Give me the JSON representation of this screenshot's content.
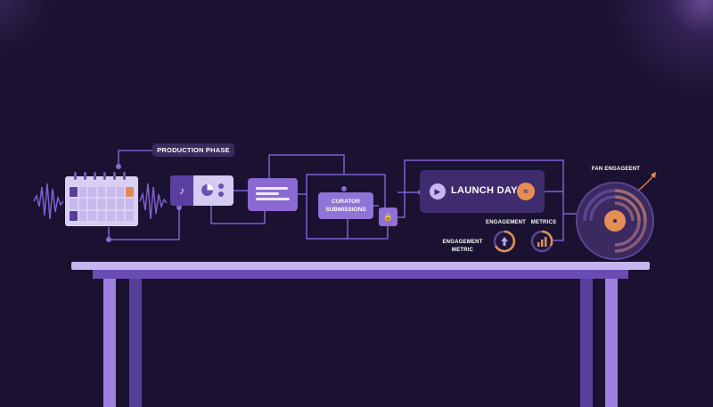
{
  "labels": {
    "production_phase": "PRODUCTION PHASE",
    "curator_line1": "CURATOR",
    "curator_line2": "SUBMISSIONS",
    "launch_day": "LAUNCH DAY",
    "engagement": "ENGAGEMENT",
    "metrics": "METRICS",
    "engagement_metric_line1": "ENGAGEMENT",
    "engagement_metric_line2": "METRIC",
    "fan_engagement": "FAN ENGAGEENT"
  },
  "icons": {
    "music_note": "music-note-icon",
    "pie": "pie-chart-icon",
    "lock": "lock-icon",
    "play": "play-icon",
    "spotify": "spotify-icon",
    "up_arrow": "arrow-up-icon",
    "bars": "bar-chart-icon",
    "vinyl": "vinyl-record-icon"
  },
  "colors": {
    "background": "#1a1230",
    "wire": "#7d5fd0",
    "accent_orange": "#e58f55",
    "panel_light": "#d6ccf3",
    "panel_dark": "#3f2c6e"
  }
}
